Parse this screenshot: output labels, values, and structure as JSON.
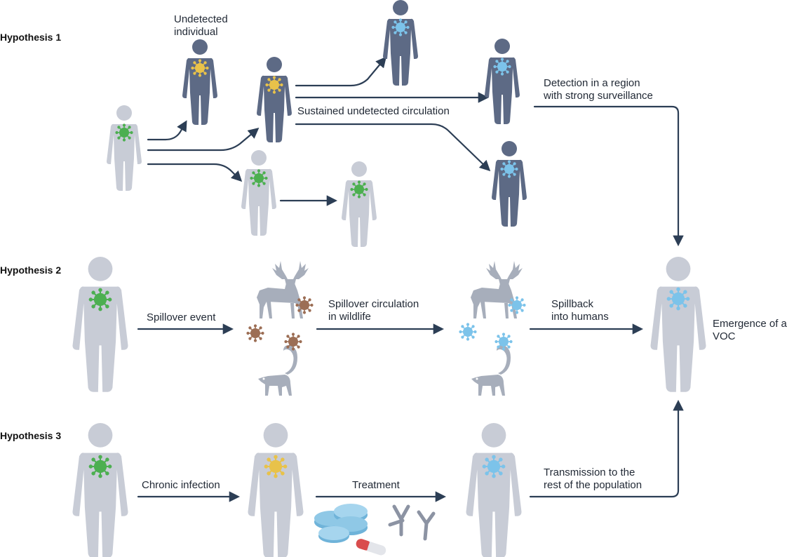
{
  "hypotheses": {
    "h1": "Hypothesis 1",
    "h2": "Hypothesis 2",
    "h3": "Hypothesis 3"
  },
  "labels": {
    "undetected_individual_1": "Undetected",
    "undetected_individual_2": "individual",
    "detection_1": "Detection in a region",
    "detection_2": "with strong surveillance",
    "sustained": "Sustained undetected circulation",
    "spillover_event": "Spillover event",
    "spillover_circ_1": "Spillover circulation",
    "spillover_circ_2": "in wildlife",
    "spillback_1": "Spillback",
    "spillback_2": "into humans",
    "emergence_1": "Emergence of a",
    "emergence_2": "VOC",
    "chronic": "Chronic infection",
    "treatment": "Treatment",
    "transmission_1": "Transmission to the",
    "transmission_2": "rest of the population"
  },
  "colors": {
    "person_dark": "#5d6a85",
    "person_light": "#c8ccd6",
    "virus_green": "#4caf50",
    "virus_yellow": "#e8c24a",
    "virus_blue": "#7cc3ea",
    "virus_brown": "#9c6e55",
    "arrow": "#2c3e55",
    "animal": "#a7aebb",
    "pill": "#8fc8e6",
    "capsule_red": "#d94d4d",
    "antibody": "#8c93a3"
  }
}
